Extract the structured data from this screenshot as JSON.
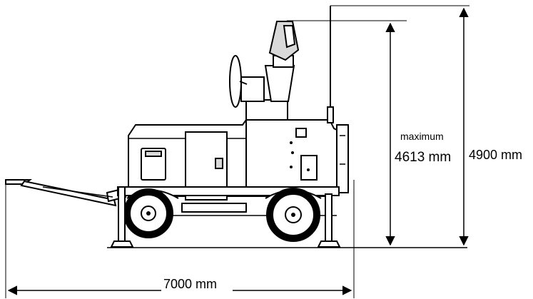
{
  "dimensions": {
    "overall_length": "7000 mm",
    "max_height_label": "maximum",
    "max_height_value": "4613 mm",
    "total_height": "4900 mm"
  }
}
